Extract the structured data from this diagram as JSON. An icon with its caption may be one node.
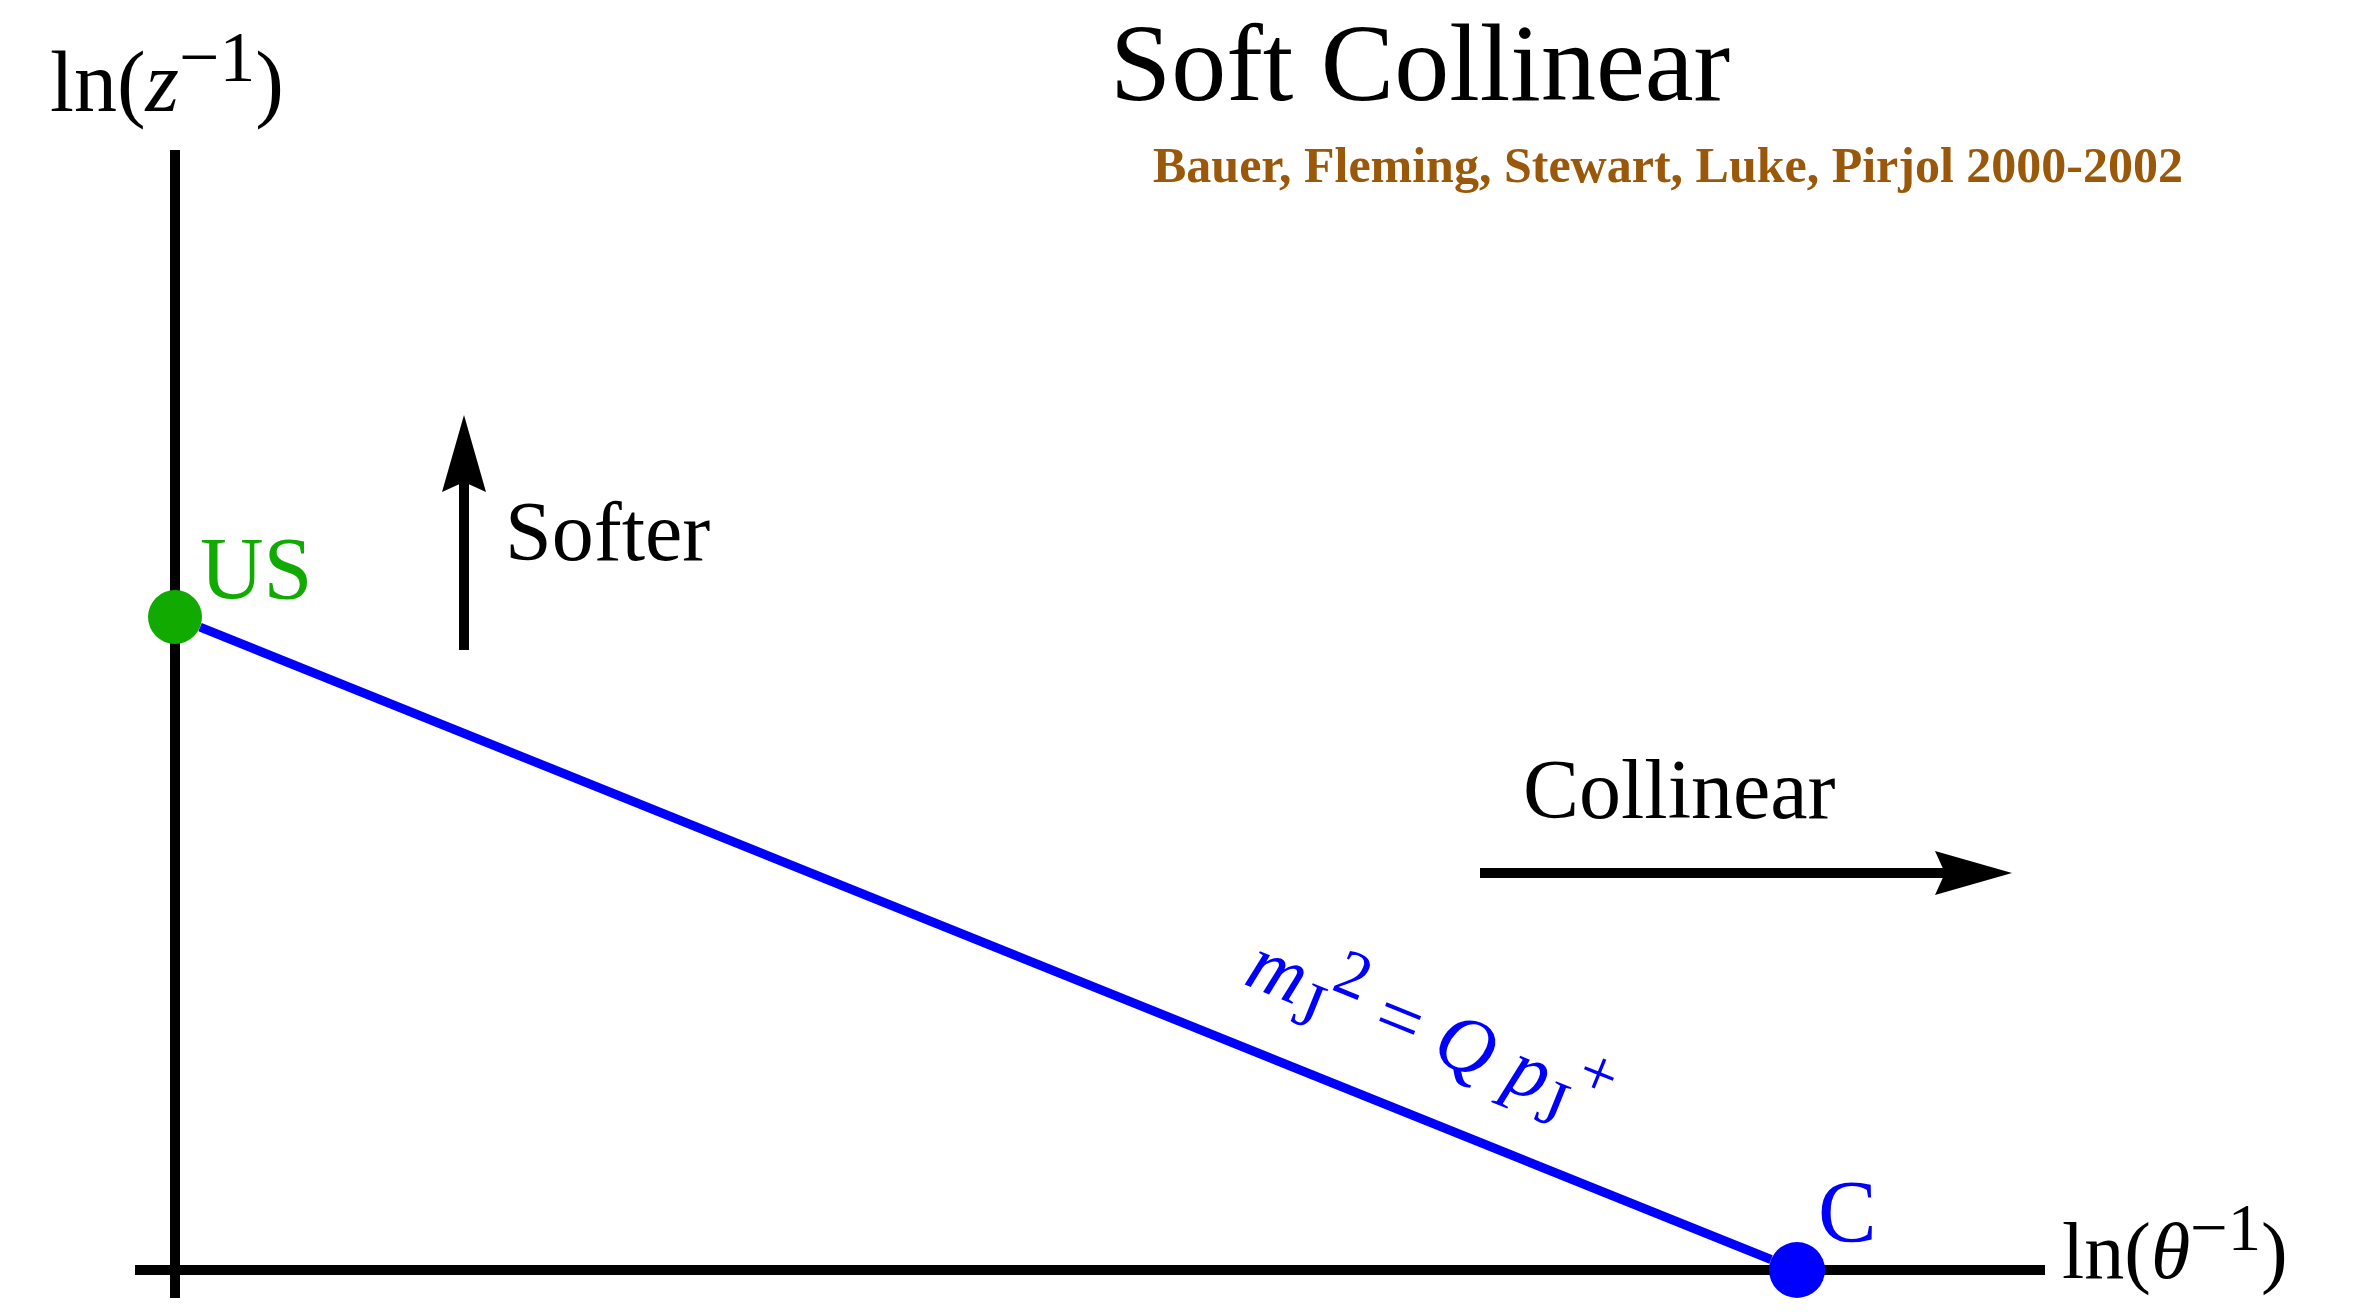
{
  "diagram": {
    "title": "Soft Collinear",
    "nodes": [
      {
        "text": [],
        "shape": "circle",
        "beside": [
          "US"
        ]
      },
      {
        "text": [],
        "shape": "circle",
        "beside": [
          "C"
        ]
      }
    ],
    "edges": [
      {
        "from": 0,
        "to": 1,
        "arrow": "none",
        "label": "*m*$_{J}$$^{2}$ = *Q* *p*$_{J}$$^{+}$"
      }
    ],
    "labels": [
      "Bauer, Fleming, Stewart, Luke, Pirjol 2000-2002",
      "ln(*z*$^{−1}$)",
      "Softer",
      "Collinear",
      "ln(*θ*$^{−1}$)"
    ]
  }
}
